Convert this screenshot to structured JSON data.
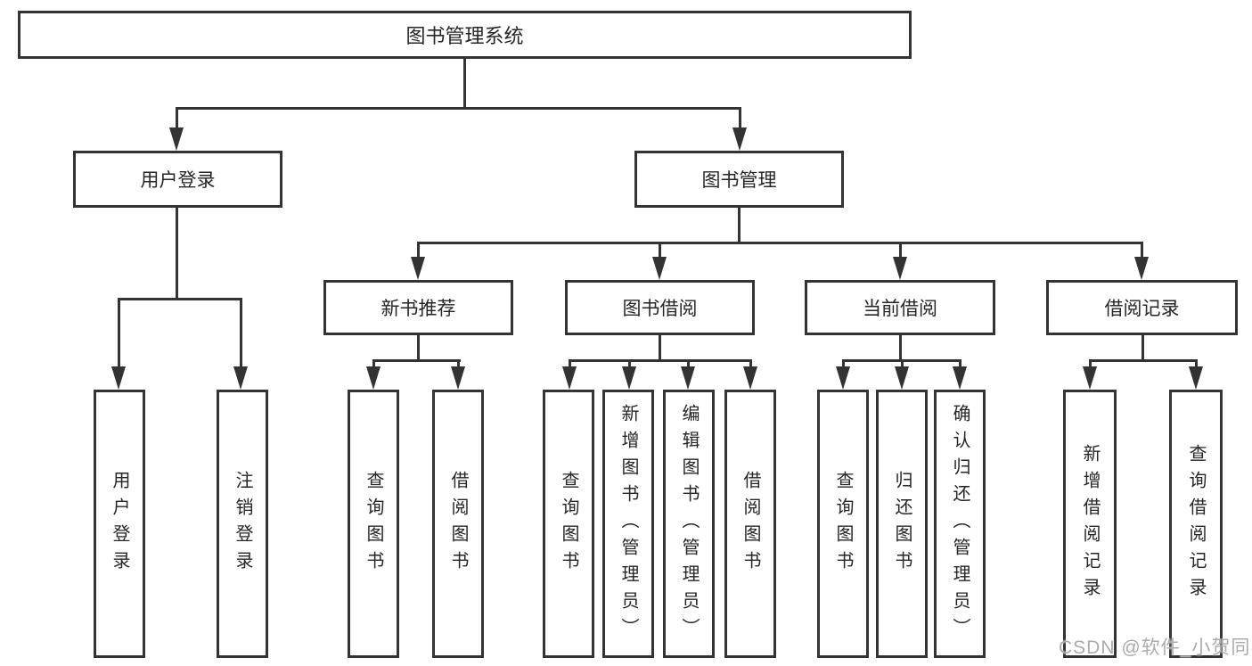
{
  "chart": {
    "type": "tree-diagram",
    "root": {
      "label": "图书管理系统",
      "children": [
        {
          "label": "用户登录",
          "children": [
            {
              "label": "用户登录"
            },
            {
              "label": "注销登录"
            }
          ]
        },
        {
          "label": "图书管理",
          "children": [
            {
              "label": "新书推荐",
              "children": [
                {
                  "label": "查询图书"
                },
                {
                  "label": "借阅图书"
                }
              ]
            },
            {
              "label": "图书借阅",
              "children": [
                {
                  "label": "查询图书"
                },
                {
                  "label": "新增图书（管理员）"
                },
                {
                  "label": "编辑图书（管理员）"
                },
                {
                  "label": "借阅图书"
                }
              ]
            },
            {
              "label": "当前借阅",
              "children": [
                {
                  "label": "查询图书"
                },
                {
                  "label": "归还图书"
                },
                {
                  "label": "确认归还（管理员）"
                }
              ]
            },
            {
              "label": "借阅记录",
              "children": [
                {
                  "label": "新增借阅记录"
                },
                {
                  "label": "查询借阅记录"
                }
              ]
            }
          ]
        }
      ]
    }
  },
  "watermark": {
    "text": "CSDN @软件_小贺同学"
  },
  "colors": {
    "line": "#333333",
    "box_border": "#333333",
    "box_background": "#ffffff",
    "text": "#262626",
    "watermark": "#ababab",
    "page_background": "#ffffff"
  }
}
